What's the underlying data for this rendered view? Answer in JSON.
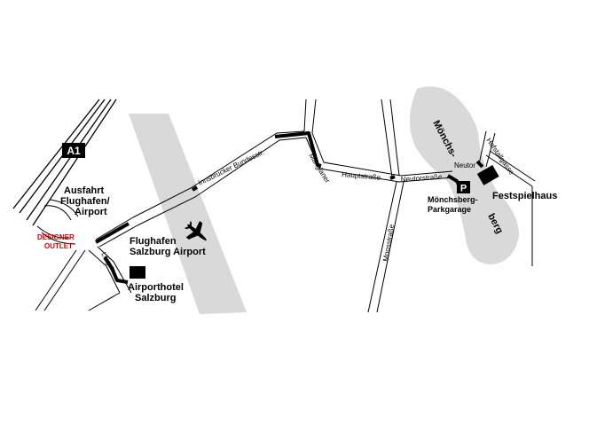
{
  "highway": {
    "label": "A1"
  },
  "exit": {
    "line1": "Ausfahrt",
    "line2": "Flughafen/",
    "line3": "Airport"
  },
  "outlet": {
    "line1": "DESIGNER",
    "line2": "OUTLET"
  },
  "airport": {
    "line1": "Flughafen",
    "line2": "Salzburg Airport"
  },
  "hotel": {
    "line1": "Airporthotel",
    "line2": "Salzburg"
  },
  "streets": {
    "innsbrucker": "Innsbrucker Bundesstr.",
    "loigstr": "Loigstr.",
    "maxglaner": "Maxglaner",
    "hauptstrasse": "Hauptstraße",
    "neutorstrasse": "Neutorstraße",
    "moosstrasse": "Moosstraße",
    "hofstallgasse": "Hofstallgasse",
    "neutor": "Neutor"
  },
  "mountain": {
    "part1": "Mönchs-",
    "part2": "berg"
  },
  "parking": {
    "symbol": "P",
    "line1": "Mönchsberg-",
    "line2": "Parkgarage"
  },
  "festival": {
    "label": "Festspielhaus"
  },
  "colors": {
    "area": "#d9d9d9",
    "road": "#000000",
    "outlet": "#cc0000"
  }
}
